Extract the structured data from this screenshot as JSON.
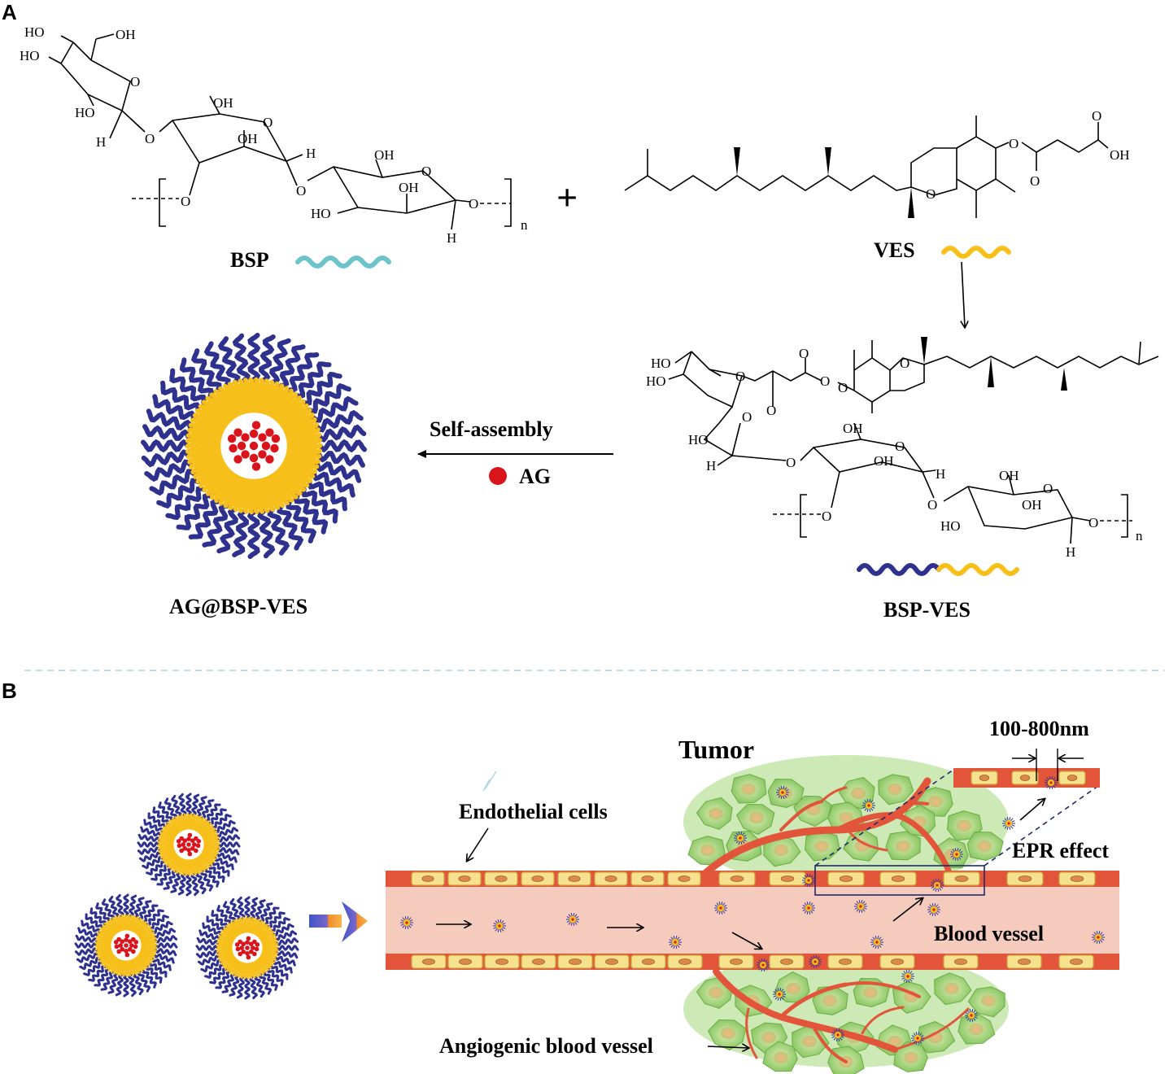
{
  "panels": {
    "a": "A",
    "b": "B"
  },
  "colors": {
    "bsp": "#6cc3c9",
    "ves": "#f6bf1a",
    "shell": "#2f318f",
    "drug": "#d9141b",
    "vessel": "#e2553a",
    "lumen": "#f5cbbd",
    "cell": "#f6e28e",
    "tumor": "#93cf68",
    "tumor_bg": "#cde9b6"
  },
  "part_a": {
    "bsp_label": "BSP",
    "ves_label": "VES",
    "plus": "+",
    "conj_label": "BSP-VES",
    "np_label": "AG@BSP-VES",
    "self_assembly": "Self-assembly",
    "drug_label": "AG",
    "repeat_n": "n",
    "atoms": {
      "ho": "HO",
      "oh": "OH",
      "o": "O",
      "h": "H"
    }
  },
  "part_b": {
    "tumor": "Tumor",
    "endothelial": "Endothelial cells",
    "epr": "EPR effect",
    "blood_vessel": "Blood vessel",
    "angiogenic": "Angiogenic blood vessel",
    "gap_size": "100-800nm"
  }
}
